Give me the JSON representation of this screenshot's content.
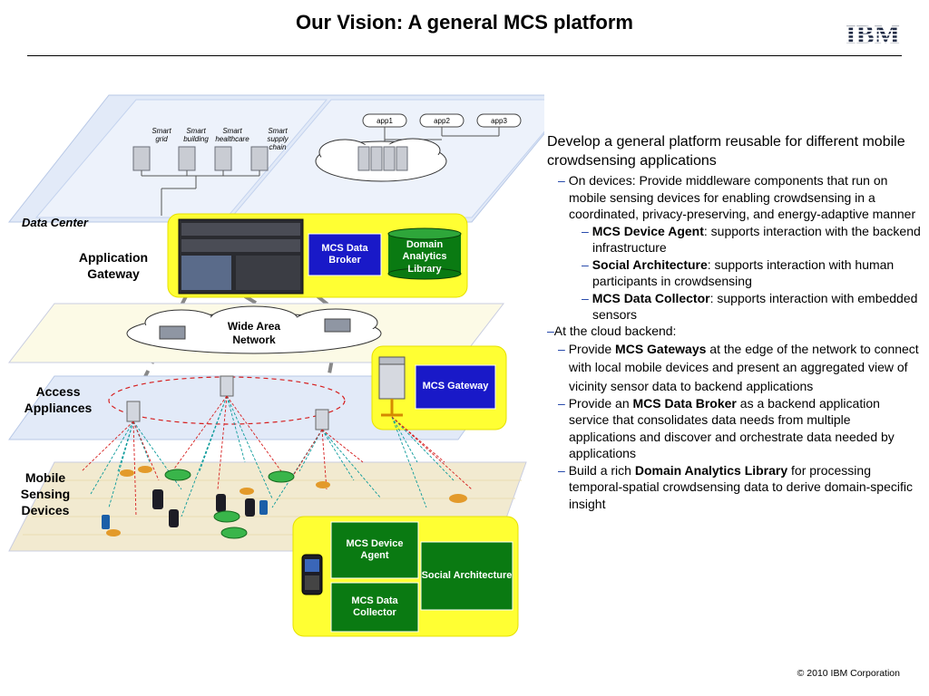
{
  "header": {
    "title": "Our Vision: A general MCS platform",
    "logo": "IBM",
    "footer": "© 2010 IBM Corporation"
  },
  "colors": {
    "accent_yellow": "#ffff33",
    "green_box": "#0a7a12",
    "blue_box": "#1919c8",
    "layer_blue": "#e2eaf8",
    "layer_cream": "#fcfae6",
    "dash_blue": "#1a3fa6"
  },
  "diagram": {
    "data_center": {
      "label": "Data Center",
      "apps": [
        "Smart grid",
        "Smart building",
        "Smart healthcare",
        "Smart supply chain"
      ],
      "cloud_apps": [
        "app1",
        "app2",
        "app3"
      ]
    },
    "application_gateway": {
      "label": "Application Gateway",
      "data_broker": "MCS Data Broker",
      "analytics_library": "Domain Analytics Library"
    },
    "wan": {
      "label": "Wide Area Network"
    },
    "access": {
      "label": "Access Appliances",
      "gateway": "MCS Gateway"
    },
    "mobile": {
      "label": "Mobile Sensing Devices",
      "device_agent": "MCS Device Agent",
      "data_collector": "MCS Data Collector",
      "social": "Social Architecture"
    }
  },
  "text": {
    "heading": "Develop a general platform reusable for different mobile crowdsensing applications",
    "on_devices": "On devices: Provide middleware components that run on mobile sensing devices for enabling crowdsensing in a coordinated, privacy-preserving, and energy-adaptive manner",
    "device_agent_term": "MCS Device Agent",
    "device_agent_desc": ": supports interaction with the backend infrastructure",
    "social_term": "Social Architecture",
    "social_desc": ": supports interaction with human participants in crowdsensing",
    "collector_term": "MCS Data Collector",
    "collector_desc": ": supports interaction with embedded sensors",
    "cloud_backend": "At the cloud backend:",
    "gateways_pre": "Provide ",
    "gateways_term": "MCS Gateways",
    "gateways_desc": " at the edge of the network to connect with local mobile devices and present an aggregated view of vicinity sensor data to backend applications",
    "broker_pre": "Provide an ",
    "broker_term": "MCS Data Broker",
    "broker_desc": " as a backend application service that  consolidates data needs from multiple applications and discover and orchestrate data needed by applications",
    "library_pre": "Build a rich ",
    "library_term": "Domain Analytics Library",
    "library_desc": " for processing temporal-spatial crowdsensing data to derive domain-specific insight"
  }
}
